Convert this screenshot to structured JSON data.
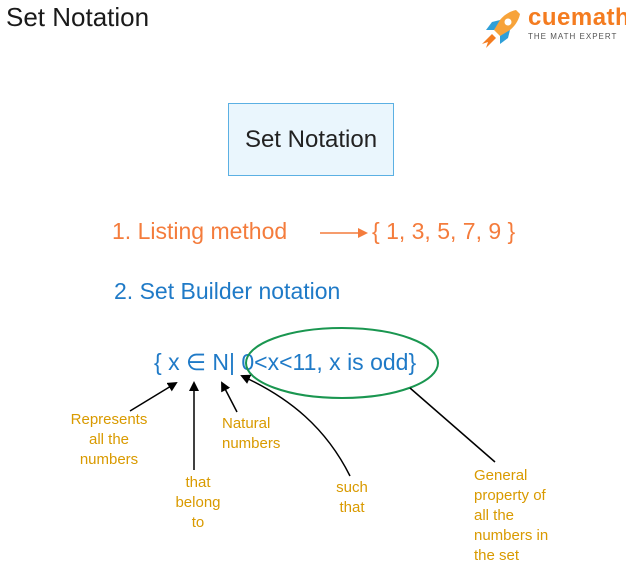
{
  "header": {
    "title": "Set Notation",
    "logo": {
      "word": "cuemath",
      "tagline": "THE MATH EXPERT",
      "icon": "rocket-icon",
      "color": "#f47c20"
    }
  },
  "box": {
    "label": "Set Notation"
  },
  "listing": {
    "label": "1. Listing method",
    "set": "{ 1, 3, 5, 7, 9 }",
    "color": "#f47c3c"
  },
  "builder": {
    "label": "2. Set Builder notation",
    "expression": "{ x ∈ N| 0<x<11, x is odd}",
    "color": "#1f7ac7",
    "ellipse_color": "#1a9650"
  },
  "annotations": {
    "represents": [
      "Represents",
      "all the",
      "numbers"
    ],
    "belong": [
      "that",
      "belong",
      "to"
    ],
    "natural": [
      "Natural",
      "numbers"
    ],
    "such_that": [
      "such",
      "that"
    ],
    "general": [
      "General",
      "property of",
      "all the",
      "numbers in",
      "the set"
    ],
    "color": "#d99a00"
  }
}
